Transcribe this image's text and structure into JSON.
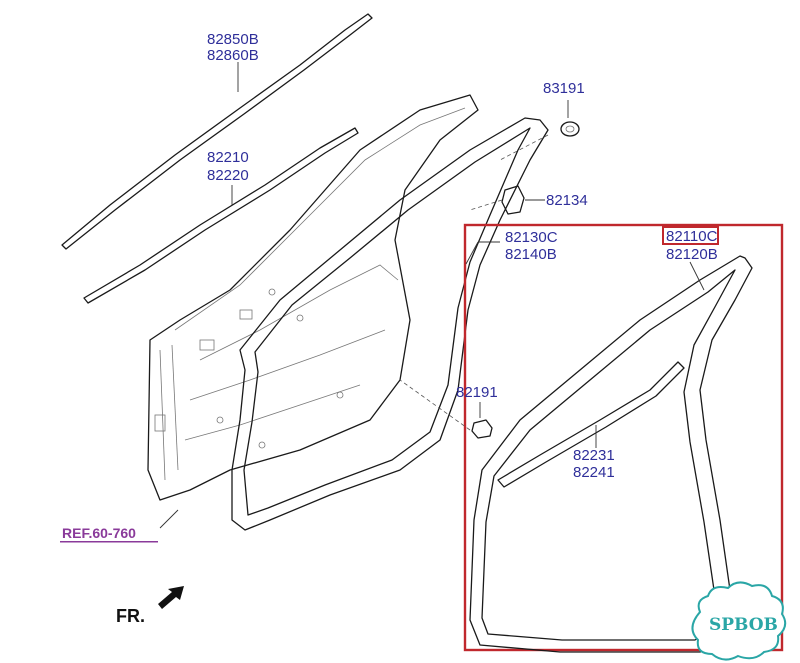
{
  "labels": {
    "part_82850B": "82850B",
    "part_82860B": "82860B",
    "part_82210": "82210",
    "part_82220": "82220",
    "part_83191": "83191",
    "part_82134": "82134",
    "part_82130C": "82130C",
    "part_82140B": "82140B",
    "part_82110C": "82110C",
    "part_82120B": "82120B",
    "part_82191": "82191",
    "part_82231": "82231",
    "part_82241": "82241",
    "ref": "REF.60-760",
    "direction": "FR.",
    "watermark": "SPBOB"
  },
  "colors": {
    "part_label": "#2f2f9a",
    "ref_label": "#8a3a9a",
    "highlight_box": "#c0282d",
    "watermark": "#2aa6a6"
  }
}
